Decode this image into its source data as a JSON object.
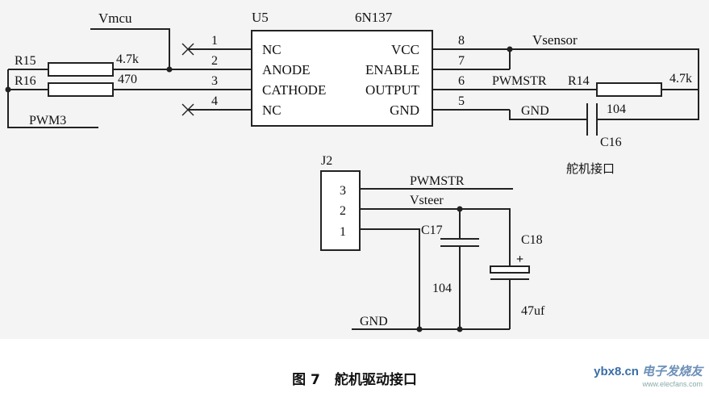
{
  "chip": {
    "ref": "U5",
    "part": "6N137",
    "pins_left": [
      {
        "num": "1",
        "name": "NC"
      },
      {
        "num": "2",
        "name": "ANODE"
      },
      {
        "num": "3",
        "name": "CATHODE"
      },
      {
        "num": "4",
        "name": "NC"
      }
    ],
    "pins_right": [
      {
        "num": "8",
        "name": "VCC"
      },
      {
        "num": "7",
        "name": "ENABLE"
      },
      {
        "num": "6",
        "name": "OUTPUT"
      },
      {
        "num": "5",
        "name": "GND"
      }
    ]
  },
  "nets": {
    "vmcu": "Vmcu",
    "vsensor": "Vsensor",
    "pwm3": "PWM3",
    "pwmstr": "PWMSTR",
    "gnd": "GND",
    "vsteer": "Vsteer"
  },
  "resistors": {
    "r15": {
      "ref": "R15",
      "value": "4.7k"
    },
    "r16": {
      "ref": "R16",
      "value": "470"
    },
    "r14": {
      "ref": "R14",
      "value": "4.7k"
    }
  },
  "capacitors": {
    "c16": {
      "ref": "C16",
      "value": "104"
    },
    "c17": {
      "ref": "C17",
      "value": "104"
    },
    "c18": {
      "ref": "C18",
      "value": "47uf",
      "polarity": "+"
    }
  },
  "connector": {
    "ref": "J2",
    "pins": [
      "3",
      "2",
      "1"
    ]
  },
  "labels": {
    "servo_interface": "舵机接口"
  },
  "caption": {
    "figure": "图 7",
    "title": "舵机驱动接口"
  },
  "watermark": {
    "url": "ybx8.cn",
    "brand": "电子发烧友",
    "sub": "www.elecfans.com"
  }
}
